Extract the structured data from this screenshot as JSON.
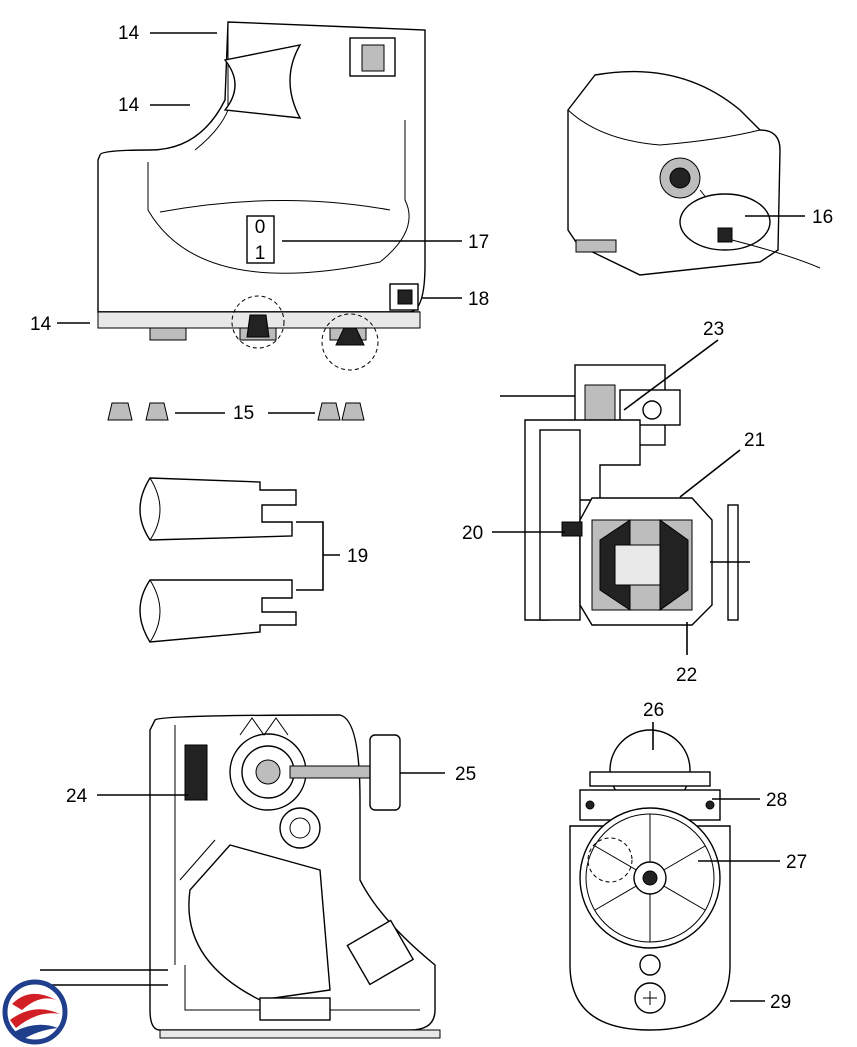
{
  "switch": {
    "off_mark": "0",
    "on_mark": "1"
  },
  "callouts": {
    "c14a": "14",
    "c14b": "14",
    "c14c": "14",
    "c15": "15",
    "c16": "16",
    "c17": "17",
    "c18": "18",
    "c19": "19",
    "c20": "20",
    "c21": "21",
    "c22": "22",
    "c23": "23",
    "c24": "24",
    "c25": "25",
    "c26": "26",
    "c27": "27",
    "c28": "28",
    "c29": "29"
  },
  "icons": {
    "corner_logo": "red-blue-swirl-logo"
  },
  "colors": {
    "logo_red": "#d21f26",
    "logo_blue": "#1f3e8c",
    "ink": "#000000",
    "shade": "#bdbdbd"
  }
}
